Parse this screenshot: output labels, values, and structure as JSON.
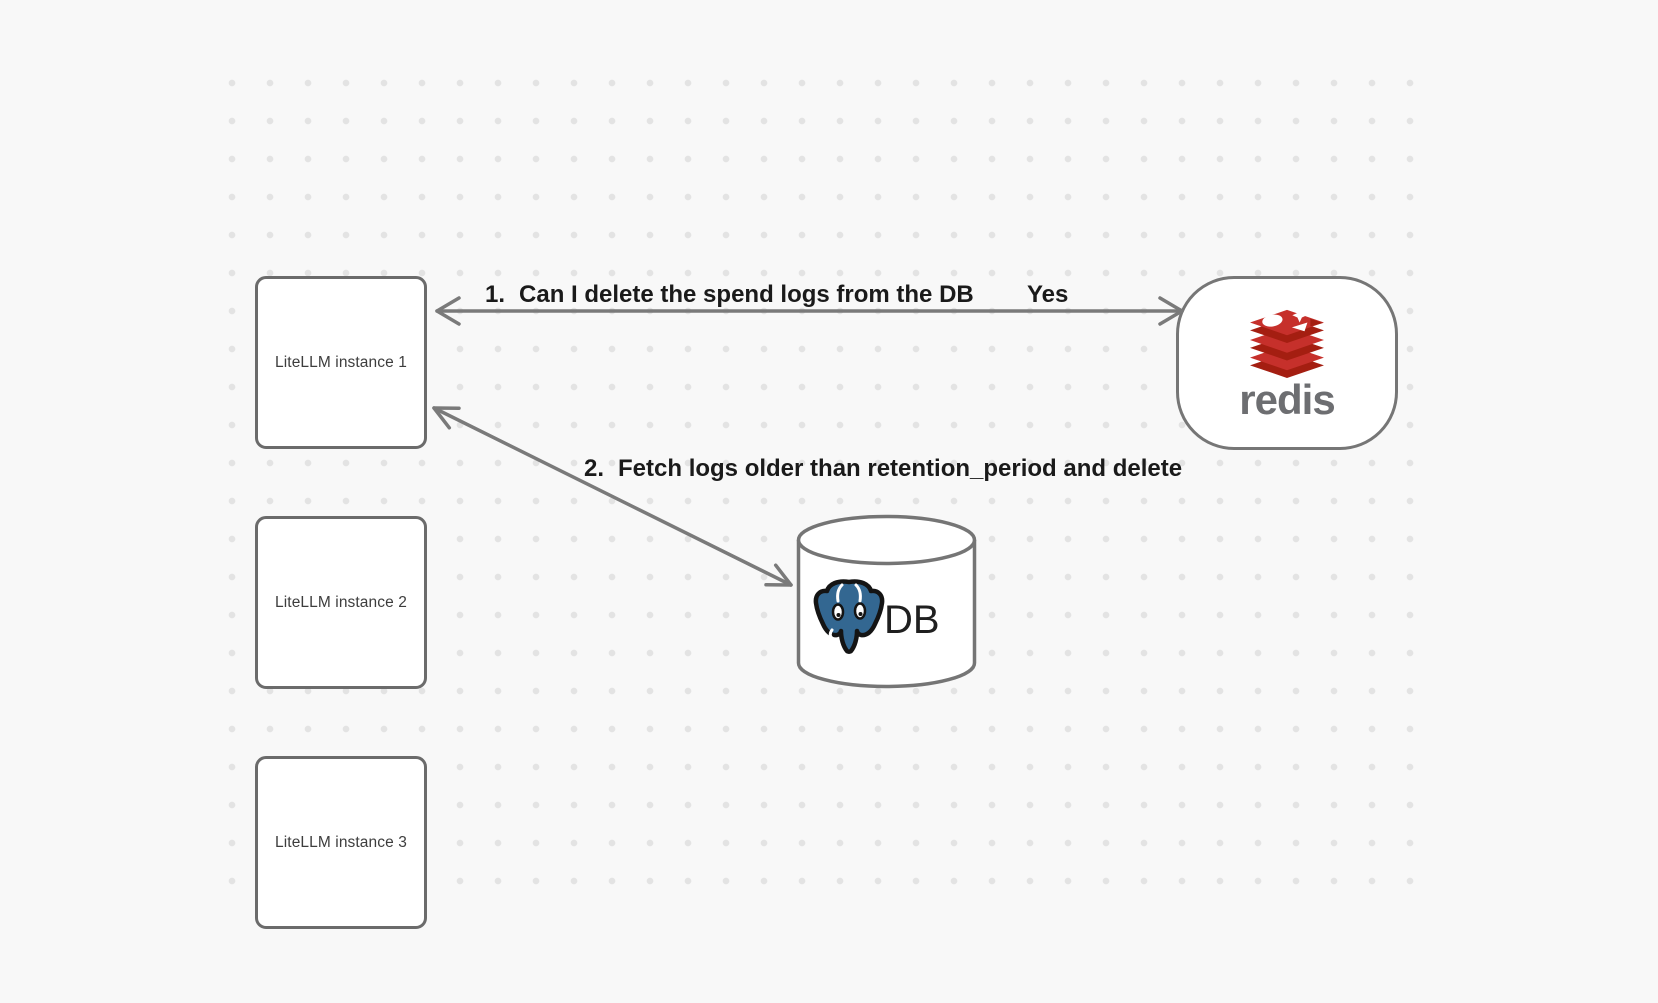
{
  "page": {
    "background_color": "#f8f8f8",
    "dot_grid_color": "#e3e3e3",
    "stroke_color": "#757575",
    "label_color": "#1a1a1a"
  },
  "nodes": {
    "litellm_instances": [
      {
        "label": "LiteLLM instance 1"
      },
      {
        "label": "LiteLLM instance 2"
      },
      {
        "label": "LiteLLM instance 3"
      }
    ],
    "redis": {
      "wordmark": "redis",
      "icon": "redis-stack-icon",
      "brand_red": "#c6302b",
      "brand_red_dark": "#a41e11",
      "wordmark_color": "#6d6e71"
    },
    "database": {
      "label": "DB",
      "icon": "postgresql-elephant-icon",
      "postgres_blue": "#336791",
      "shape": "cylinder"
    }
  },
  "edges": [
    {
      "number": "1.",
      "label": "Can I delete the spend logs from the DB",
      "response": "Yes",
      "from": "LiteLLM instance 1",
      "to": "redis",
      "arrowheads": "both"
    },
    {
      "number": "2.",
      "label": "Fetch logs older than retention_period and delete",
      "from": "LiteLLM instance 1",
      "to": "DB",
      "arrowheads": "both"
    }
  ]
}
